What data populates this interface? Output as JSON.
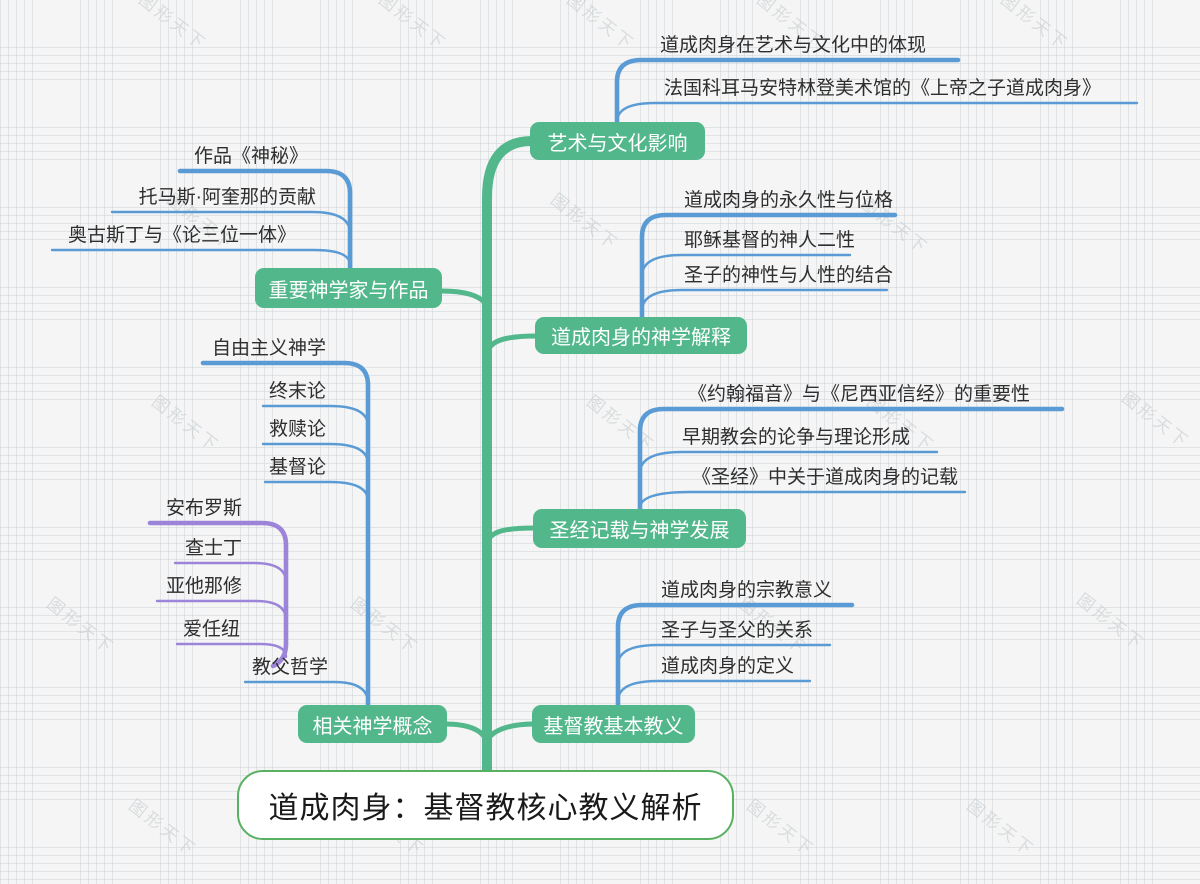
{
  "watermark": "图形天下",
  "root": {
    "label": "道成肉身：基督教核心教义解析"
  },
  "branches": [
    {
      "label": "艺术与文化影响",
      "children": [
        {
          "label": "道成肉身在艺术与文化中的体现"
        },
        {
          "label": "法国科耳马安特林登美术馆的《上帝之子道成肉身》"
        }
      ]
    },
    {
      "label": "道成肉身的神学解释",
      "children": [
        {
          "label": "道成肉身的永久性与位格"
        },
        {
          "label": "耶稣基督的神人二性"
        },
        {
          "label": "圣子的神性与人性的结合"
        }
      ]
    },
    {
      "label": "圣经记载与神学发展",
      "children": [
        {
          "label": "《约翰福音》与《尼西亚信经》的重要性"
        },
        {
          "label": "早期教会的论争与理论形成"
        },
        {
          "label": "《圣经》中关于道成肉身的记载"
        }
      ]
    },
    {
      "label": "基督教基本教义",
      "children": [
        {
          "label": "道成肉身的宗教意义"
        },
        {
          "label": "圣子与圣父的关系"
        },
        {
          "label": "道成肉身的定义"
        }
      ]
    },
    {
      "label": "重要神学家与作品",
      "children": [
        {
          "label": "作品《神秘》"
        },
        {
          "label": "托马斯·阿奎那的贡献"
        },
        {
          "label": "奥古斯丁与《论三位一体》"
        }
      ]
    },
    {
      "label": "相关神学概念",
      "children": [
        {
          "label": "自由主义神学"
        },
        {
          "label": "终末论"
        },
        {
          "label": "救赎论"
        },
        {
          "label": "基督论"
        },
        {
          "label": "教父哲学",
          "children": [
            {
              "label": "安布罗斯"
            },
            {
              "label": "查士丁"
            },
            {
              "label": "亚他那修"
            },
            {
              "label": "爱任纽"
            }
          ]
        }
      ]
    }
  ],
  "colors": {
    "branch_green": "#53b78c",
    "connector_blue": "#5b9bd5",
    "connector_purple": "#9c85d8",
    "root_border": "#58b061",
    "text_dark": "#2e2e2e",
    "watermark_gray": "#c8ccd0"
  }
}
